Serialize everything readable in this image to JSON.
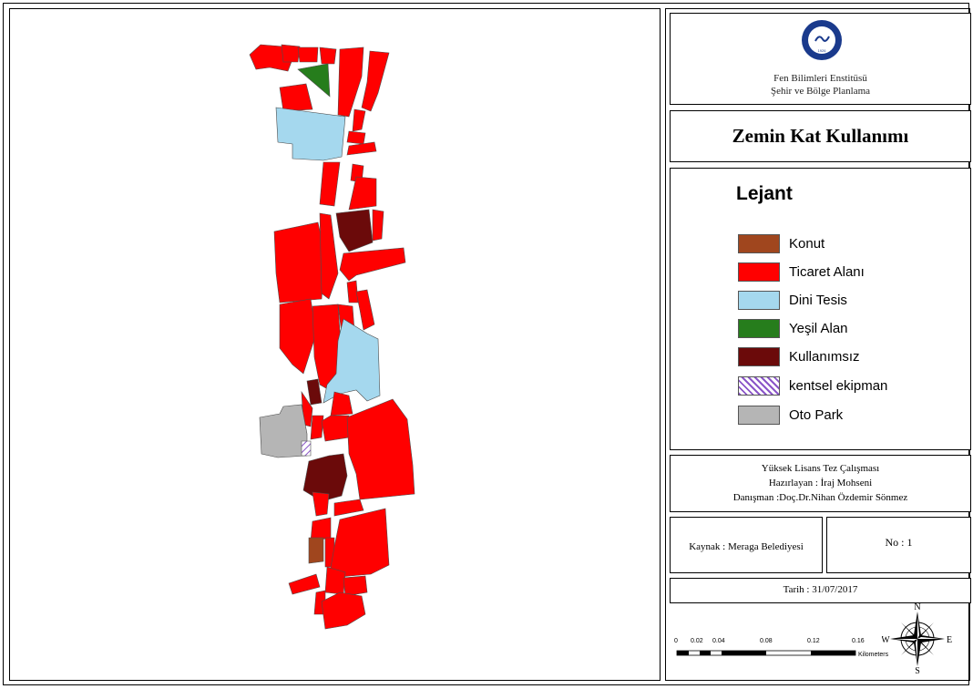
{
  "header": {
    "logo_label": "GAZİ ÜNİVERSİTESİ",
    "logo_year": "1926",
    "institute": "Fen Bilimleri Enstitüsü",
    "department": "Şehir ve Bölge Planlama"
  },
  "title": "Zemin Kat Kullanımı",
  "legend": {
    "heading": "Lejant",
    "items": [
      {
        "label": "Konut",
        "color": "#a0461e"
      },
      {
        "label": "Ticaret Alanı",
        "color": "#ff0000"
      },
      {
        "label": "Dini Tesis",
        "color": "#a5d8ee"
      },
      {
        "label": "Yeşil Alan",
        "color": "#267d1c"
      },
      {
        "label": "Kullanımsız",
        "color": "#6b0a0a"
      },
      {
        "label": "kentsel ekipman",
        "color": "hatch-purple"
      },
      {
        "label": "Oto Park",
        "color": "#b5b5b5"
      }
    ]
  },
  "thesis": {
    "line1": "Yüksek Lisans Tez Çalışması",
    "line2": "Hazırlayan : İraj Mohseni",
    "line3": "Danışman :Doç.Dr.Nihan Özdemir Sönmez"
  },
  "source": "Kaynak : Meraga Belediyesi",
  "number": "No : 1",
  "date": "Tarih : 31/07/2017",
  "scale_bar": {
    "ticks": [
      "0",
      "0.02",
      "0.04",
      "0.08",
      "0.12",
      "0.16"
    ],
    "unit": "Kilometers"
  },
  "compass": {
    "n": "N",
    "s": "S",
    "e": "E",
    "w": "W"
  },
  "colors": {
    "commercial": "#ff0000",
    "religious": "#a5d8ee",
    "green": "#267d1c",
    "vacant": "#6b0a0a",
    "residential": "#a0461e",
    "parking": "#b5b5b5",
    "equipment": "#8a55c8"
  }
}
